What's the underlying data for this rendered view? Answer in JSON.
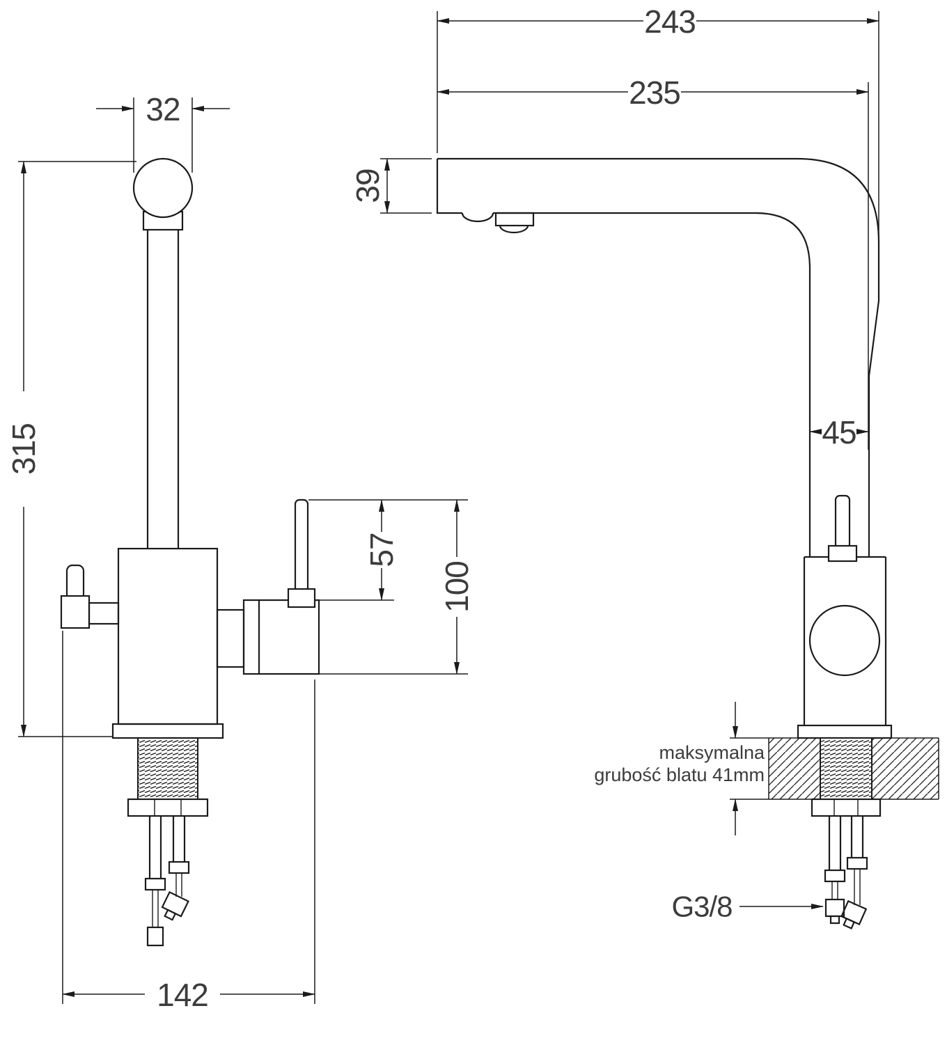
{
  "meta": {
    "drawing_type": "kitchen-faucet-technical-drawing",
    "colors": {
      "bg": "#ffffff",
      "line": "#1b1b1b",
      "dimtext": "#3c3c3c"
    }
  },
  "dimensions": {
    "overall_depth": "243",
    "spout_reach": "235",
    "spout_head_height": "39",
    "spout_top_width": "32",
    "total_height": "315",
    "pipe_width": "45",
    "filter_lever_height": "57",
    "body_section_height": "100",
    "base_span": "142",
    "connector_thread": "G3/8"
  },
  "notes": {
    "countertop_line1": "maksymalna",
    "countertop_line2": "grubość blatu 41mm"
  }
}
